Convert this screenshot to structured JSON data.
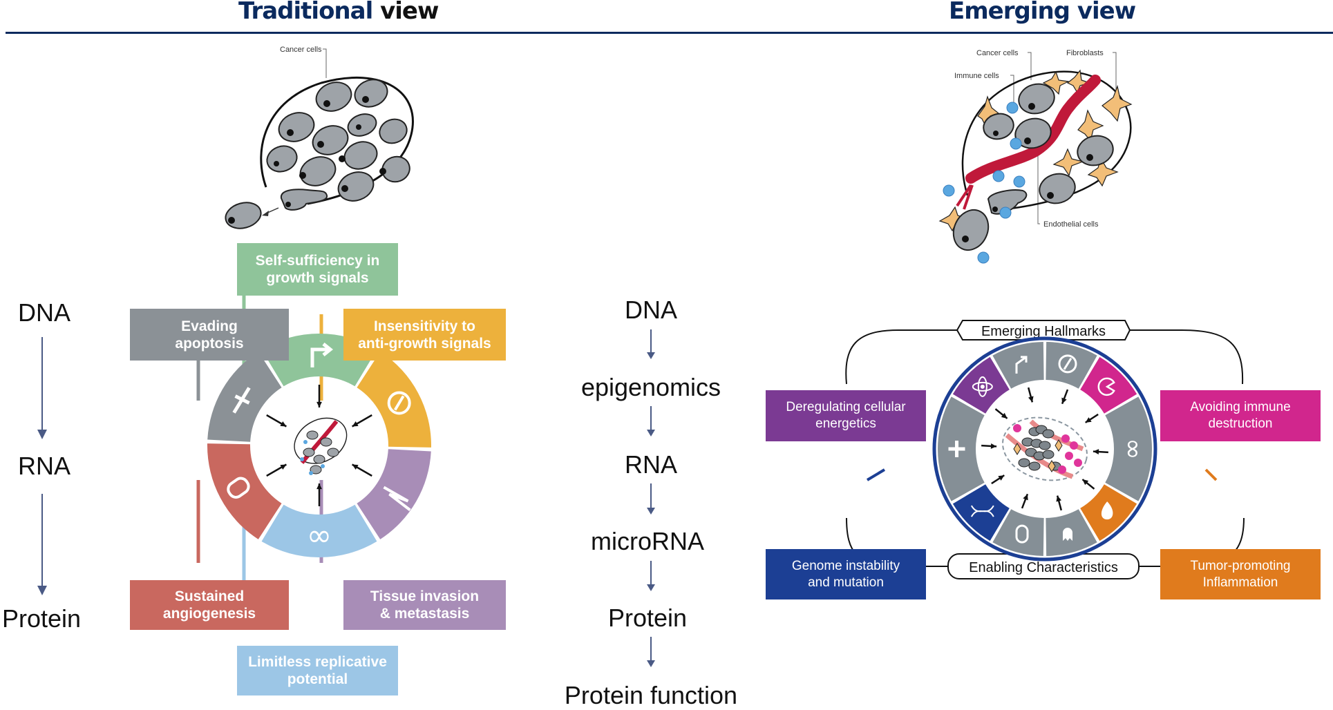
{
  "header": {
    "left_title_accent": "Traditional",
    "left_title_plain": " view",
    "right_title": "Emerging view",
    "rule_color": "#0b2a5e"
  },
  "traditional": {
    "tumor_label": "Cancer cells",
    "flow": [
      "DNA",
      "RNA",
      "Protein"
    ],
    "hallmarks": [
      {
        "id": "growth",
        "label": "Self-sufficiency in\ngrowth signals",
        "color": "#8fc49a",
        "icon": "bent-arrow-icon"
      },
      {
        "id": "apoptosis",
        "label": "Evading\napoptosis",
        "color": "#8b9196",
        "icon": "cross-icon"
      },
      {
        "id": "antigrowth",
        "label": "Insensitivity to\nanti-growth signals",
        "color": "#edb13c",
        "icon": "prohibition-icon"
      },
      {
        "id": "angiogenesis",
        "label": "Sustained\nangiogenesis",
        "color": "#c9685f",
        "icon": "vessel-icon"
      },
      {
        "id": "invasion",
        "label": "Tissue invasion\n& metastasis",
        "color": "#a88db7",
        "icon": "invasion-spikes-icon"
      },
      {
        "id": "replicative",
        "label": "Limitless replicative\npotential",
        "color": "#9cc6e6",
        "icon": "infinity-icon"
      }
    ]
  },
  "middle": {
    "flow": [
      "DNA",
      "epigenomics",
      "RNA",
      "microRNA",
      "Protein",
      "Protein function"
    ],
    "arrow_color": "#4a5a85"
  },
  "emerging": {
    "microenvironment_labels": {
      "cancer": "Cancer cells",
      "fibroblasts": "Fibroblasts",
      "immune": "Immune cells",
      "endothelial": "Endothelial cells"
    },
    "emerging_hallmarks_label": "Emerging Hallmarks",
    "enabling_label": "Enabling Characteristics",
    "boxes": [
      {
        "id": "energetics",
        "label": "Deregulating cellular\nenergetics",
        "color": "#7b3a93",
        "icon": "atom-icon"
      },
      {
        "id": "immune",
        "label": "Avoiding immune\ndestruction",
        "color": "#d1268d",
        "icon": "pacman-cell-icon"
      },
      {
        "id": "genome",
        "label": "Genome instability\nand mutation",
        "color": "#1c3f94",
        "icon": "dna-icon"
      },
      {
        "id": "inflammation",
        "label": "Tumor-promoting\nInflammation",
        "color": "#e07b1d",
        "icon": "flame-icon"
      }
    ],
    "ring_gray": "#858f96",
    "ring_border": "#1c3f94"
  }
}
